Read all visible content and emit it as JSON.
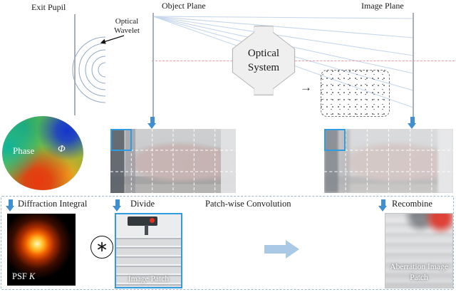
{
  "figure": {
    "exit_pupil": "Exit Pupil",
    "optical_wavelet": "Optical Wavelet",
    "object_plane": "Object Plane",
    "image_plane": "Image Plane",
    "optical_system": "Optical System",
    "phase": "Phase",
    "phase_symbol": "Φ",
    "diffraction_integral": "Diffraction Integral",
    "divide": "Divide",
    "patch_wise_convolution": "Patch-wise Convolution",
    "recombine": "Recombine",
    "psf": "PSF",
    "psf_symbol": "K",
    "image_patch": "Image Patch",
    "aberration_image_patch": "Aberration Image Patch"
  },
  "icons": {
    "convolution_operator": "∗",
    "right_arrow": "→"
  },
  "colors": {
    "highlight_blue": "#2f9be0",
    "arrow_blue": "#3f8fd2",
    "light_arrow_blue": "#a9c9e7",
    "ray_blue": "#c6d6ec",
    "optical_axis_red": "#f09aa6"
  }
}
